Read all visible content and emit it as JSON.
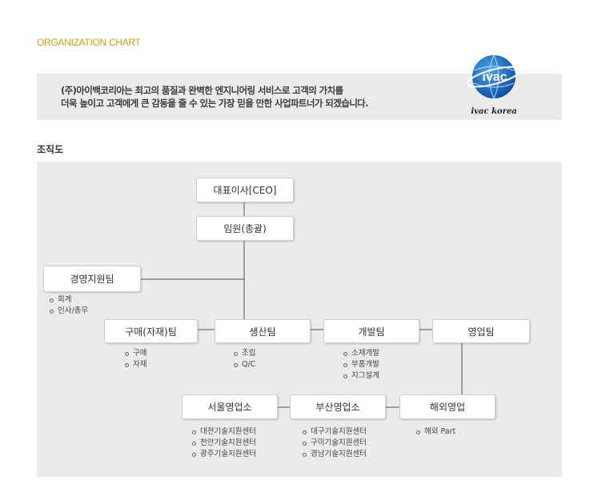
{
  "header": {
    "title": "ORGANIZATION CHART",
    "intro_line1": "(주)아이백코리아는 최고의 품질과 완벽한 엔지니어링 서비스로 고객의 가치를",
    "intro_line2": "더욱 높이고 고객에게  큰 감동을 줄 수 있는 가장 믿을 만한 사업파트너가 되겠습니다.",
    "logo_text": "ivac",
    "logo_caption": "ivac korea"
  },
  "section_title": "조직도",
  "org": {
    "ceo": "대표이사[CEO]",
    "executive": "임원(총괄)",
    "management_support": "경영지원팀",
    "management_support_items": [
      "회계",
      "인사/총무"
    ],
    "purchasing": "구매(자재)팀",
    "purchasing_items": [
      "구매",
      "자재"
    ],
    "production": "생산팀",
    "production_items": [
      "조립",
      "Q/C"
    ],
    "development": "개발팀",
    "development_items": [
      "소재개발",
      "부품개발",
      "지그설계"
    ],
    "sales": "영업팀",
    "seoul_office": "서울영업소",
    "seoul_items": [
      "대전기술지원센터",
      "천안기술지원센터",
      "광주기술지원센터"
    ],
    "busan_office": "부산영업소",
    "busan_items": [
      "대구기술지원센터",
      "구미기술지원센터",
      "경남기술지원센터"
    ],
    "overseas": "해외영업",
    "overseas_items": [
      "해외 Part"
    ]
  },
  "colors": {
    "title": "#c8a11a",
    "panel_bg": "#ebebeb",
    "logo_blue": "#1f6fc4"
  }
}
